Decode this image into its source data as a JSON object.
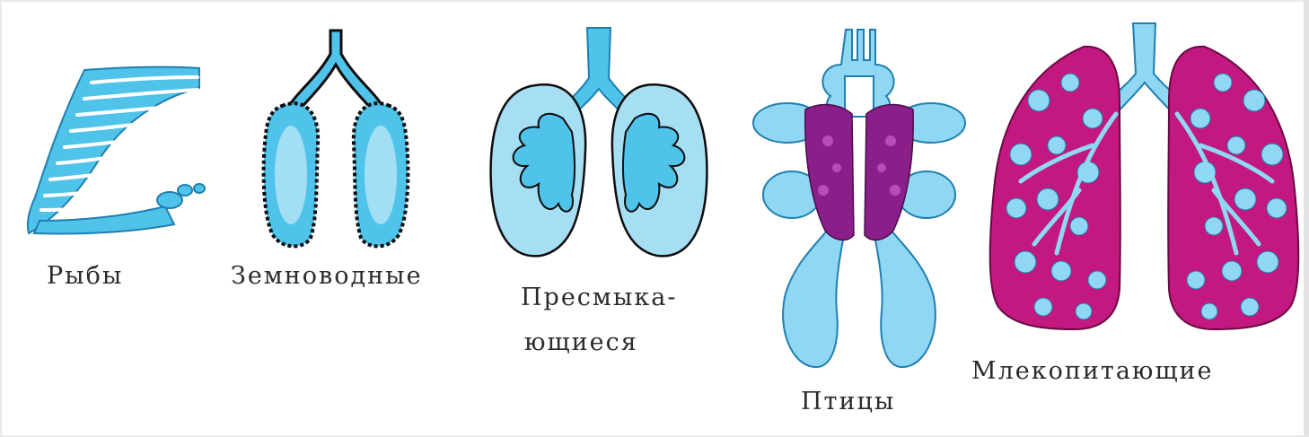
{
  "labels": {
    "fish": "Рыбы",
    "amphibians": "Земноводные",
    "reptiles_line1": "Пресмыка-",
    "reptiles_line2": "ющиеся",
    "birds": "Птицы",
    "mammals": "Млекопитающие"
  },
  "colors": {
    "lung_blue": "#4fc3ea",
    "lung_light": "#b7e6f6",
    "outline": "#0d0d0d",
    "bird_purple": "#8a1f8a",
    "mammal_magenta": "#c2187f"
  }
}
